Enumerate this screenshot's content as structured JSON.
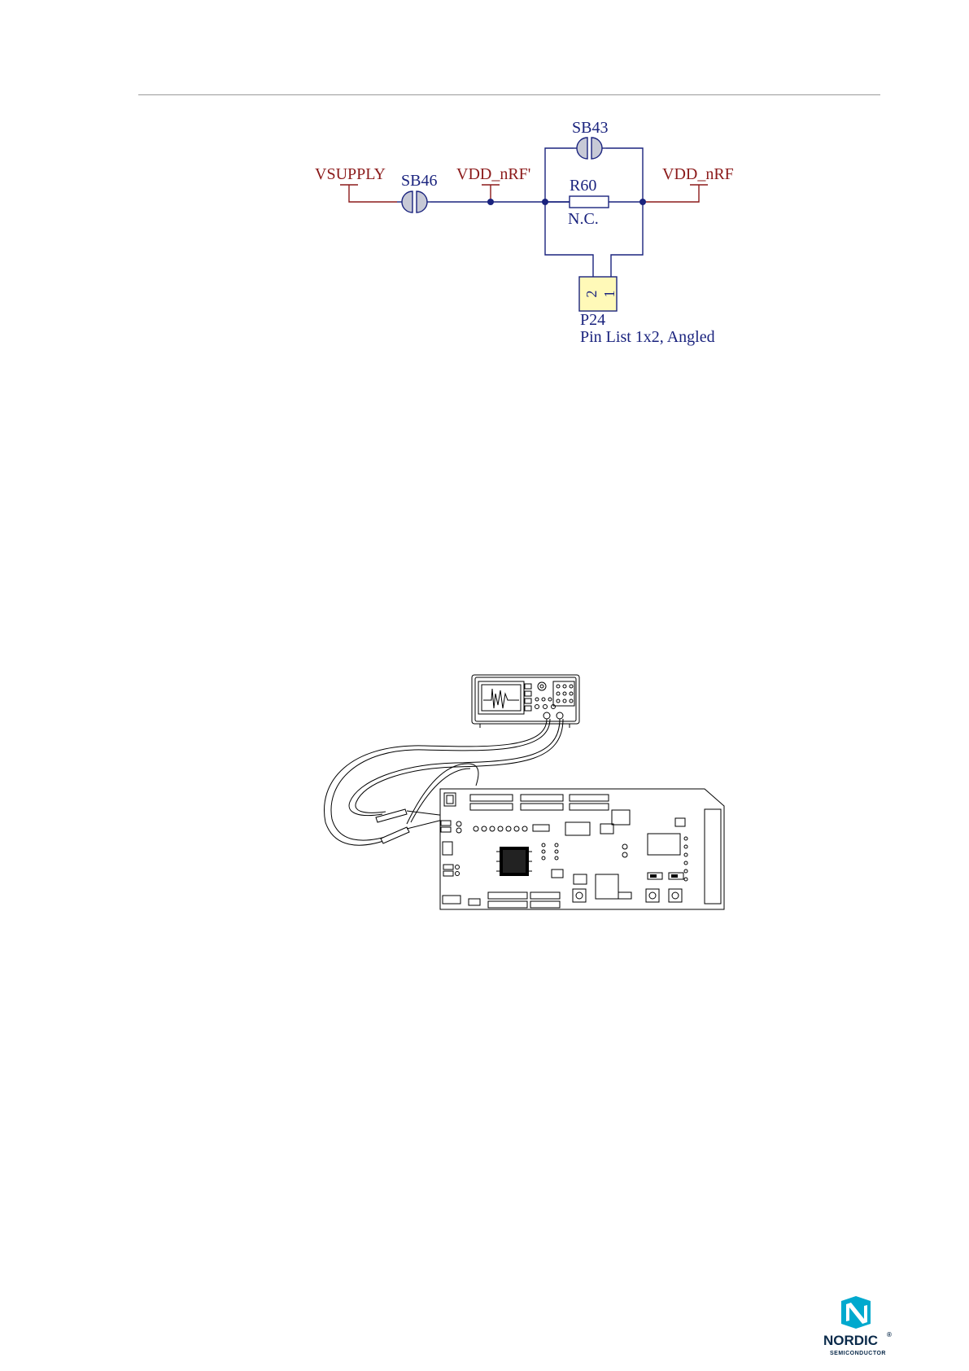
{
  "schematic": {
    "nets": {
      "vsupply": "VSUPPLY",
      "vdd_nrf_prime": "VDD_nRF'",
      "vdd_nrf": "VDD_nRF"
    },
    "components": {
      "sb46": "SB46",
      "sb43": "SB43",
      "r60": "R60",
      "r60_value": "N.C.",
      "p24": "P24",
      "p24_desc": "Pin List 1x2, Angled",
      "p24_pin2": "2",
      "p24_pin1": "1"
    },
    "colors": {
      "net": "#8b1a1a",
      "component": "#1a237e",
      "connector_fill": "#fff9b8"
    }
  },
  "setup_figure": {
    "icons": [
      "oscilloscope-icon",
      "probe-cables-icon",
      "development-board-icon"
    ]
  },
  "logo": {
    "name": "NORDIC",
    "tagline": "SEMICONDUCTOR",
    "mark": "®"
  }
}
